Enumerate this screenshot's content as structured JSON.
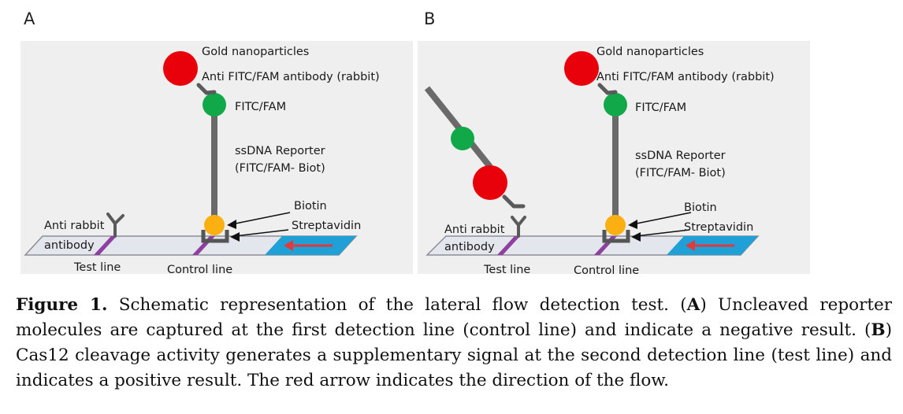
{
  "panels": [
    {
      "letter": "A",
      "labels": {
        "gold": "Gold nanoparticles",
        "antibody": "Anti FITC/FAM antibody (rabbit)",
        "fitc": "FITC/FAM",
        "reporter1": "ssDNA Reporter",
        "reporter2": "(FITC/FAM- Biot)",
        "biotin": "Biotin",
        "streptavidin": "Streptavidin",
        "anti_rabbit1": "Anti rabbit",
        "anti_rabbit2": "antibody",
        "test_line": "Test line",
        "control_line": "Control line"
      }
    },
    {
      "letter": "B",
      "labels": {
        "gold": "Gold nanoparticles",
        "antibody": "Anti FITC/FAM antibody (rabbit)",
        "fitc": "FITC/FAM",
        "reporter1": "ssDNA Reporter",
        "reporter2": "(FITC/FAM- Biot)",
        "biotin": "Biotin",
        "streptavidin": "Streptavidin",
        "anti_rabbit1": "Anti rabbit",
        "anti_rabbit2": "antibody",
        "test_line": "Test line",
        "control_line": "Control line"
      }
    }
  ],
  "caption": {
    "fig": "Figure 1.",
    "t1": " Schematic representation of the lateral flow detection test. (",
    "a": "A",
    "t2": ") Uncleaved reporter molecules are captured at the first detection line (control line) and indicate a negative result. (",
    "b": "B",
    "t3": ") Cas12 cleavage activity generates a supplementary signal at the second detection line (test line) and indicates a positive result. The red arrow indicates the direction of the flow."
  },
  "colors": {
    "panel_bg": "#efefef",
    "strip": "#e4e6ee",
    "gold": "#e8000b",
    "fitc": "#11a84a",
    "biotin": "#fbb011",
    "line_mark": "#8e3fa0",
    "pad": "#1fa0d6",
    "flow_arrow": "#e23a3a",
    "stem": "#6a6a6a"
  }
}
